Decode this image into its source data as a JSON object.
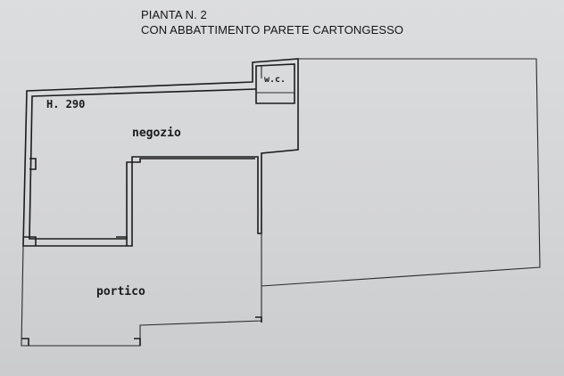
{
  "title": {
    "line1": "PIANTA N. 2",
    "line2": "CON ABBATTIMENTO PARETE CARTONGESSO"
  },
  "labels": {
    "height": "H. 290",
    "wc": "w.c.",
    "negozio": "negozio",
    "portico": "portico"
  },
  "colors": {
    "paper": "#d4d5d7",
    "ink": "#1c1c1c"
  }
}
